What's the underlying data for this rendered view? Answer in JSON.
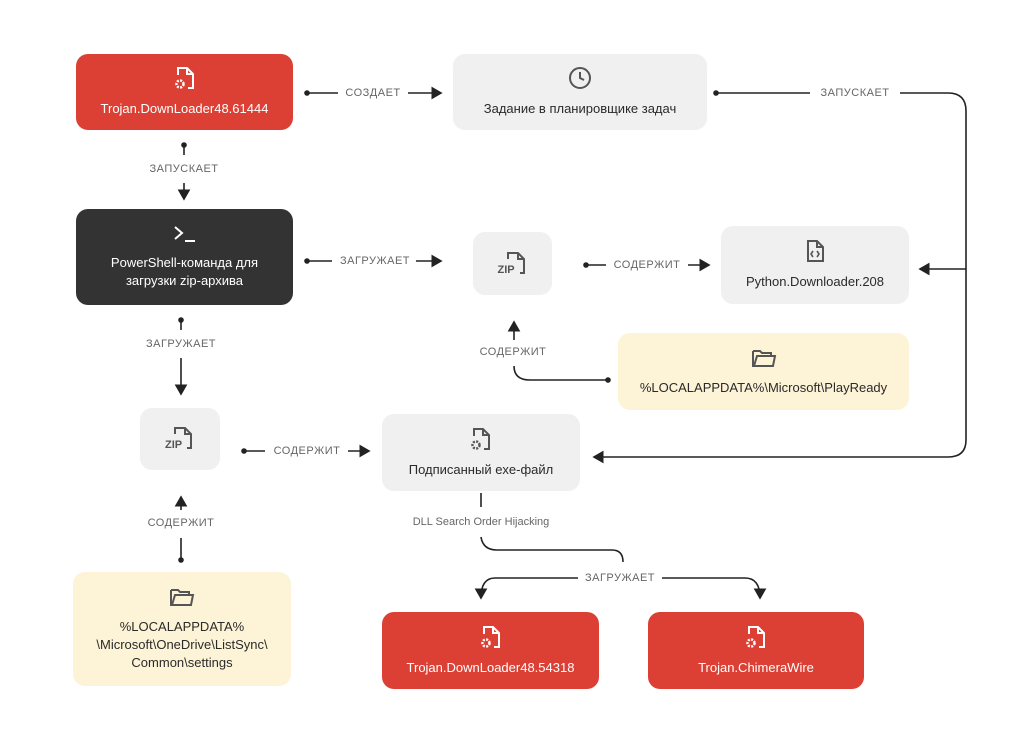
{
  "nodes": {
    "trojan1": "Trojan.DownLoader48.61444",
    "task": "Задание в планировщике задач",
    "powershell_1": "PowerShell-команда для",
    "powershell_2": "загрузки zip-архива",
    "zip_top": "ZIP",
    "python": "Python.Downloader.208",
    "playready": "%LOCALAPPDATA%\\Microsoft\\PlayReady",
    "zip_bottom": "ZIP",
    "exe": "Подписанный exe-файл",
    "onedrive_1": "%LOCALAPPDATA%",
    "onedrive_2": "\\Microsoft\\OneDrive\\ListSync\\",
    "onedrive_3": "Common\\settings",
    "trojan2": "Trojan.DownLoader48.54318",
    "chimera": "Trojan.ChimeraWire"
  },
  "edges": {
    "creates": "СОЗДАЕТ",
    "launches_task": "ЗАПУСКАЕТ",
    "launches_ps": "ЗАПУСКАЕТ",
    "downloads_zip": "ЗАГРУЖАЕТ",
    "contains_python": "СОДЕРЖИТ",
    "playready_contains": "СОДЕРЖИТ",
    "downloads_zip2": "ЗАГРУЖАЕТ",
    "zip2_contains_exe": "СОДЕРЖИТ",
    "onedrive_contains": "СОДЕРЖИТ",
    "dll": "DLL Search Order Hijacking",
    "loads": "ЗАГРУЖАЕТ"
  },
  "colors": {
    "malware": "#dc4034",
    "process": "#333333",
    "neutral": "#f0f0f0",
    "folder": "#fdf3d6",
    "line": "#222222"
  },
  "icons": {
    "malware": "file-gear-icon",
    "task": "clock-icon",
    "powershell": "terminal-icon",
    "zip": "zip-file-icon",
    "python": "code-file-icon",
    "folder": "folder-icon"
  }
}
